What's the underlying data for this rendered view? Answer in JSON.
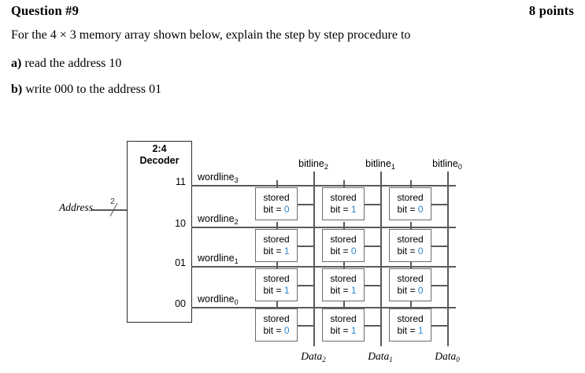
{
  "question": {
    "title": "Question #9",
    "points": "8 points",
    "prompt": "For the 4 × 3 memory array shown below, explain the step by step procedure to",
    "items": [
      {
        "label": "a)",
        "text": "read the address 10"
      },
      {
        "label": "b)",
        "text": "write 000 to the address 01"
      }
    ]
  },
  "diagram": {
    "decoder": {
      "title_line1": "2:4",
      "title_line2": "Decoder",
      "outputs": [
        "11",
        "10",
        "01",
        "00"
      ]
    },
    "address": {
      "label": "Address",
      "bus_width": "2"
    },
    "wordlines": [
      {
        "name": "wordline",
        "index": "3"
      },
      {
        "name": "wordline",
        "index": "2"
      },
      {
        "name": "wordline",
        "index": "1"
      },
      {
        "name": "wordline",
        "index": "0"
      }
    ],
    "bitlines": [
      {
        "name": "bitline",
        "index": "2"
      },
      {
        "name": "bitline",
        "index": "1"
      },
      {
        "name": "bitline",
        "index": "0"
      }
    ],
    "data_lines": [
      {
        "name": "Data",
        "index": "2"
      },
      {
        "name": "Data",
        "index": "1"
      },
      {
        "name": "Data",
        "index": "0"
      }
    ],
    "cell_label": "stored",
    "cell_prefix": "bit =",
    "cells": [
      {
        "row": 0,
        "values": [
          "0",
          "1",
          "0"
        ]
      },
      {
        "row": 1,
        "values": [
          "1",
          "0",
          "0"
        ]
      },
      {
        "row": 2,
        "values": [
          "1",
          "1",
          "0"
        ]
      },
      {
        "row": 3,
        "values": [
          "0",
          "1",
          "1"
        ]
      }
    ],
    "colors": {
      "bit_value": "#2f86cc",
      "wire": "#5a5a5a",
      "box_border": "#6b6b6b",
      "decoder_border": "#2b2b2b"
    }
  }
}
